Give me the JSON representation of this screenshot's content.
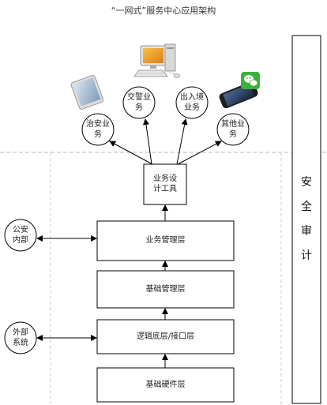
{
  "title": "“一网式”服务中心应用架构",
  "services": {
    "public_security": "治安业\n务",
    "traffic_police": "交警业\n务",
    "entry_exit": "出入境\n业务",
    "other": "其他业\n务"
  },
  "layers": {
    "design_tool": "业务设\n计工具",
    "business_mgmt": "业务管理层",
    "base_mgmt": "基础管理层",
    "logic_interface": "逻辑底层/接口层",
    "hardware": "基础硬件层"
  },
  "external": {
    "police_internal": "公安\n内部",
    "external_systems": "外部\n系统"
  },
  "audit": [
    "安",
    "全",
    "审",
    "计"
  ],
  "icons": {
    "tablet": "tablet-icon",
    "desktop": "desktop-computer-icon",
    "phone": "smartphone-icon",
    "wechat": "wechat-icon"
  },
  "colors": {
    "stroke": "#000000",
    "divider": "#bbbbbb",
    "wechat_green": "#3bb13b"
  }
}
